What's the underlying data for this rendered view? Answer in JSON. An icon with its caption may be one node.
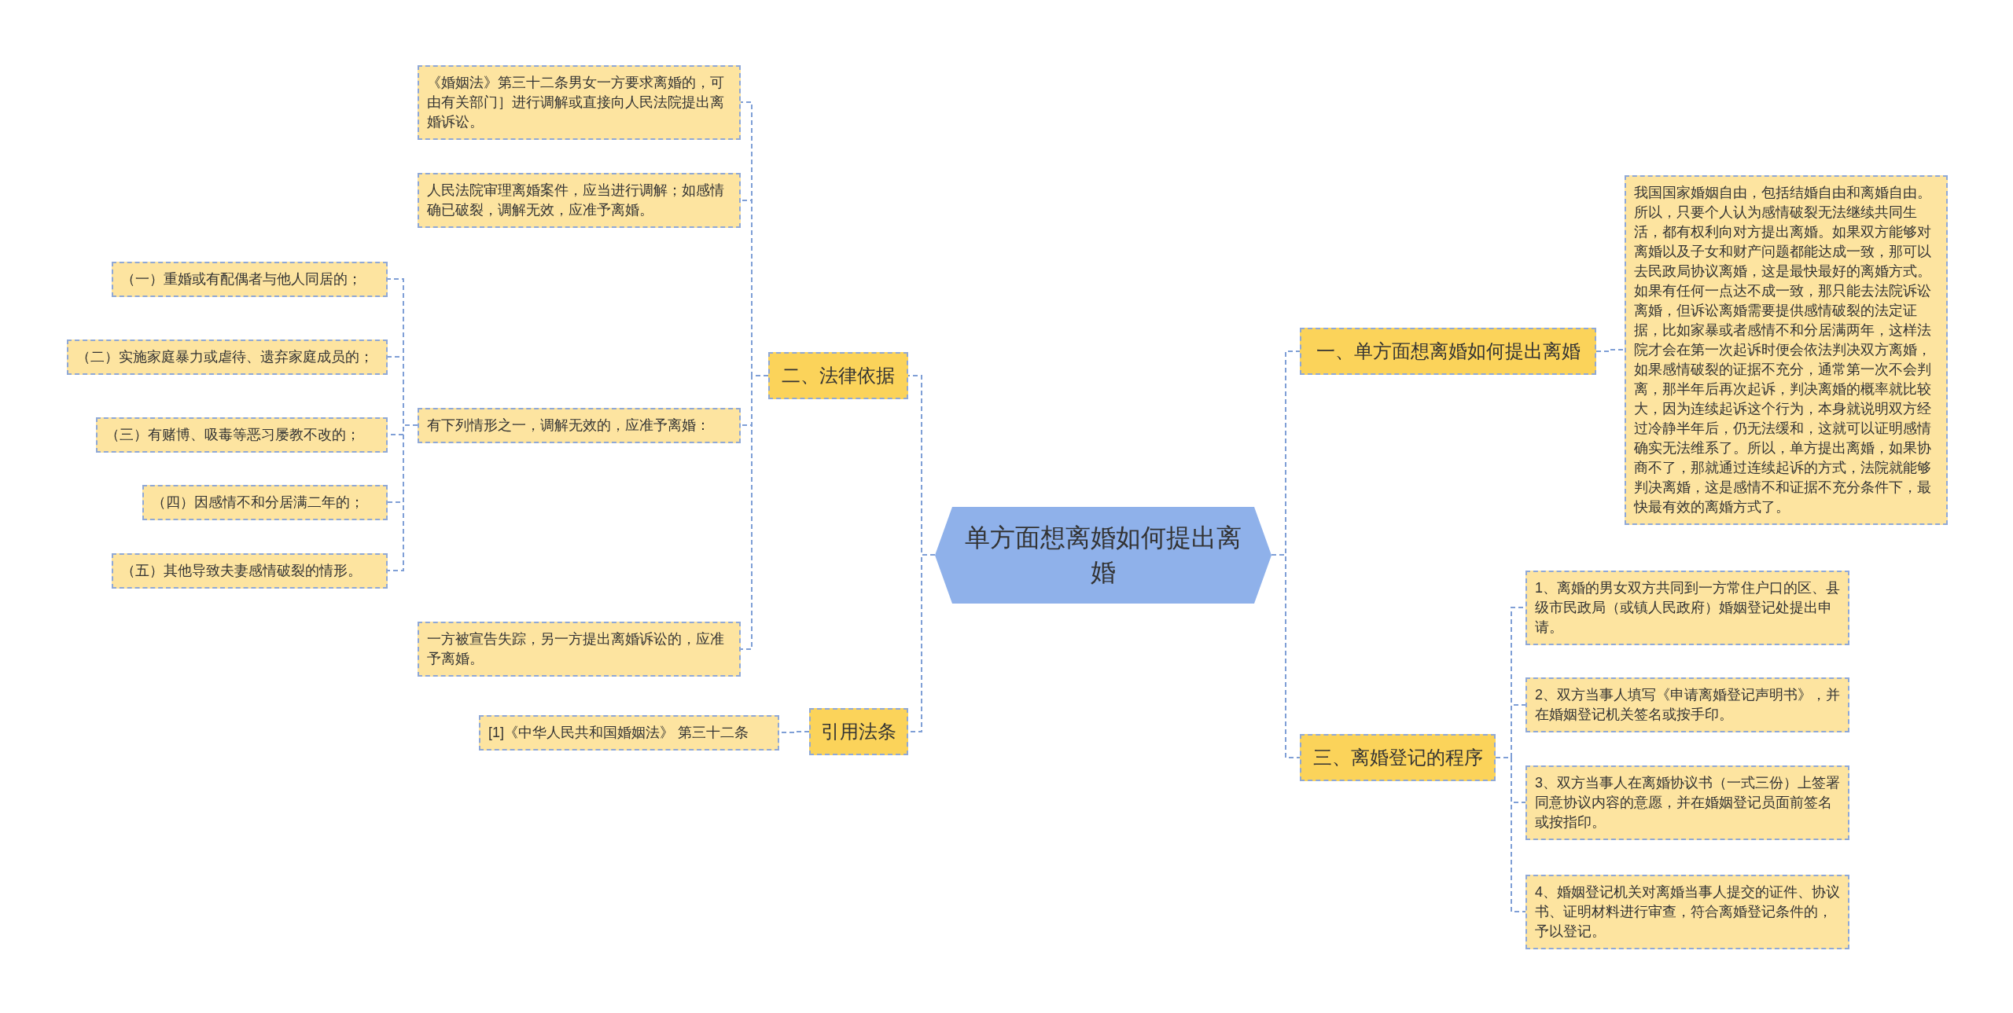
{
  "diagram": {
    "nodes": [
      {
        "text": [
          "单方面想离婚如何提出离婚"
        ]
      },
      {
        "text": [
          "一、单方面想离婚如何提出离婚"
        ]
      },
      {
        "text": [
          "我国国家婚姻自由，包括结婚自由和离婚自由。所以，只要个人认为感情破裂无法继续共同生活，都有权利向对方提出离婚。如果双方能够对离婚以及子女和财产问题都能达成一致，那可以去民政局协议离婚，这是最快最好的离婚方式。如果有任何一点达不成一致，那只能去法院诉讼离婚，但诉讼离婚需要提供感情破裂的法定证据，比如家暴或者感情不和分居满两年，这样法院才会在第一次起诉时便会依法判决双方离婚，如果感情破裂的证据不充分，通常第一次不会判离，那半年后再次起诉，判决离婚的概率就比较大，因为连续起诉这个行为，本身就说明双方经过冷静半年后，仍无法缓和，这就可以证明感情确实无法维系了。所以，单方提出离婚，如果协商不了，那就通过连续起诉的方式，法院就能够判决离婚，这是感情不和证据不充分条件下，最快最有效的离婚方式了。"
        ]
      },
      {
        "text": [
          "三、离婚登记的程序"
        ]
      },
      {
        "text": [
          "1、离婚的男女双方共同到一方常住户口的区、县级市民政局（或镇人民政府）婚姻登记处提出申请。"
        ]
      },
      {
        "text": [
          "2、双方当事人填写《申请离婚登记声明书》，并在婚姻登记机关签名或按手印。"
        ]
      },
      {
        "text": [
          "3、双方当事人在离婚协议书（一式三份）上签署同意协议内容的意愿，并在婚姻登记员面前签名或按指印。"
        ]
      },
      {
        "text": [
          "4、婚姻登记机关对离婚当事人提交的证件、协议书、证明材料进行审查，符合离婚登记条件的，予以登记。"
        ]
      },
      {
        "text": [
          "二、法律依据"
        ]
      },
      {
        "text": [
          "《婚姻法》第三十二条男女一方要求离婚的，可由有关部门］进行调解或直接向人民法院提出离婚诉讼。"
        ]
      },
      {
        "text": [
          "人民法院审理离婚案件，应当进行调解；如感情确已破裂，调解无效，应准予离婚。"
        ]
      },
      {
        "text": [
          "有下列情形之一，调解无效的，应准予离婚："
        ]
      },
      {
        "text": [
          "（一）重婚或有配偶者与他人同居的；"
        ]
      },
      {
        "text": [
          "（二）实施家庭暴力或虐待、遗弃家庭成员的；"
        ]
      },
      {
        "text": [
          "（三）有赌博、吸毒等恶习屡教不改的；"
        ]
      },
      {
        "text": [
          "（四）因感情不和分居满二年的；"
        ]
      },
      {
        "text": [
          "（五）其他导致夫妻感情破裂的情形。"
        ]
      },
      {
        "text": [
          "一方被宣告失踪，另一方提出离婚诉讼的，应准予离婚。"
        ]
      },
      {
        "text": [
          "引用法条"
        ]
      },
      {
        "text": [
          "[1]《中华人民共和国婚姻法》 第三十二条"
        ]
      }
    ],
    "edges": [
      {
        "from": 0,
        "to": 1,
        "arrow": "none"
      },
      {
        "from": 1,
        "to": 2,
        "arrow": "none"
      },
      {
        "from": 0,
        "to": 3,
        "arrow": "none"
      },
      {
        "from": 3,
        "to": 4,
        "arrow": "none"
      },
      {
        "from": 3,
        "to": 5,
        "arrow": "none"
      },
      {
        "from": 3,
        "to": 6,
        "arrow": "none"
      },
      {
        "from": 3,
        "to": 7,
        "arrow": "none"
      },
      {
        "from": 0,
        "to": 8,
        "arrow": "none"
      },
      {
        "from": 8,
        "to": 9,
        "arrow": "none"
      },
      {
        "from": 8,
        "to": 10,
        "arrow": "none"
      },
      {
        "from": 8,
        "to": 11,
        "arrow": "none"
      },
      {
        "from": 11,
        "to": 12,
        "arrow": "none"
      },
      {
        "from": 11,
        "to": 13,
        "arrow": "none"
      },
      {
        "from": 11,
        "to": 14,
        "arrow": "none"
      },
      {
        "from": 11,
        "to": 15,
        "arrow": "none"
      },
      {
        "from": 11,
        "to": 16,
        "arrow": "none"
      },
      {
        "from": 8,
        "to": 17,
        "arrow": "none"
      },
      {
        "from": 0,
        "to": 18,
        "arrow": "none"
      },
      {
        "from": 18,
        "to": 19,
        "arrow": "none"
      }
    ]
  }
}
